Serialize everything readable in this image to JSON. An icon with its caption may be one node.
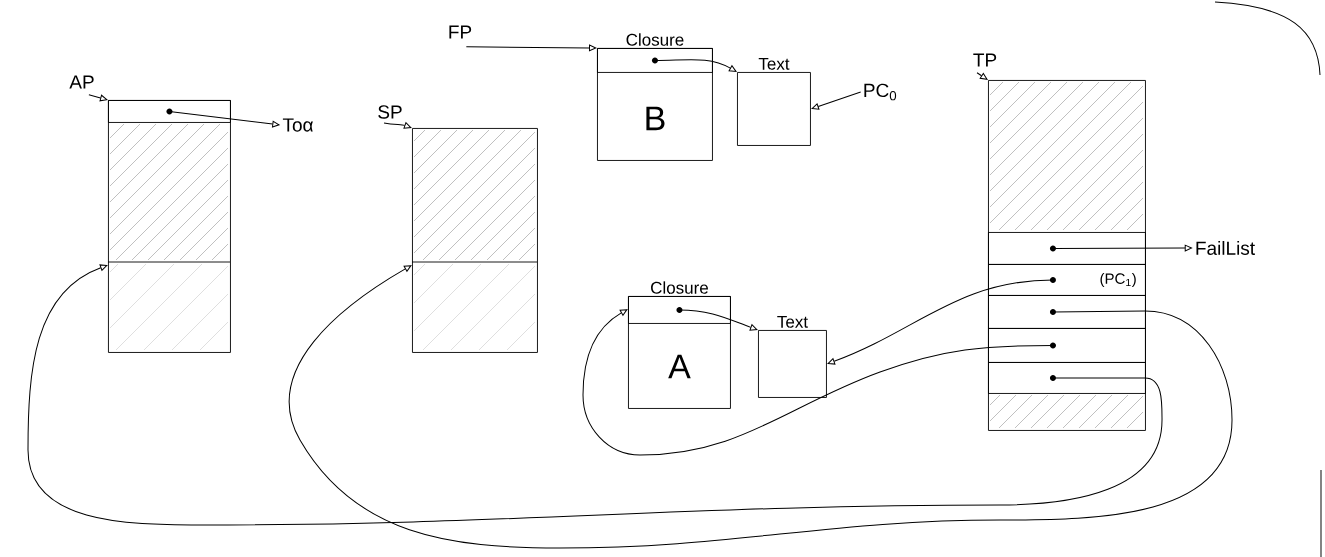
{
  "diagram": {
    "nodes": [
      {
        "text": [
          "AP"
        ]
      },
      {
        "text": [],
        "shape": "box"
      },
      {
        "text": [],
        "shape": "box",
        "in": 1
      },
      {
        "text": [
          "Toα"
        ]
      },
      {
        "text": [
          "SP"
        ]
      },
      {
        "text": [],
        "shape": "box"
      },
      {
        "text": [
          "FP"
        ]
      },
      {
        "text": [
          "Closure",
          "B"
        ]
      },
      {
        "text": [],
        "shape": "box",
        "in": 7
      },
      {
        "text": [
          "Text"
        ]
      },
      {
        "text": [
          "PC$_{0}$"
        ]
      },
      {
        "text": [
          "TP"
        ]
      },
      {
        "text": [],
        "shape": "box"
      },
      {
        "text": [],
        "shape": "box",
        "in": 12
      },
      {
        "text": [
          "(PC$_{1}$)"
        ],
        "in": 12
      },
      {
        "text": [],
        "shape": "box",
        "in": 12
      },
      {
        "text": [],
        "shape": "box",
        "in": 12
      },
      {
        "text": [],
        "shape": "box",
        "in": 12
      },
      {
        "text": [
          "FailList"
        ]
      },
      {
        "text": [
          "Closure",
          "A"
        ]
      },
      {
        "text": [],
        "shape": "box",
        "in": 19
      },
      {
        "text": [
          "Text"
        ]
      }
    ],
    "edges": [
      {
        "from": 0,
        "to": 1,
        "arrow": "to"
      },
      {
        "from": 2,
        "to": 3,
        "arrow": "to"
      },
      {
        "from": 4,
        "to": 5,
        "arrow": "to"
      },
      {
        "from": 6,
        "to": 7,
        "arrow": "to"
      },
      {
        "from": 8,
        "to": 9,
        "arrow": "to"
      },
      {
        "from": 10,
        "to": 9,
        "arrow": "to"
      },
      {
        "from": 11,
        "to": 12,
        "arrow": "to"
      },
      {
        "from": 13,
        "to": 18,
        "arrow": "to"
      },
      {
        "from": 14,
        "to": 21,
        "arrow": "to"
      },
      {
        "from": 15,
        "to": 5,
        "arrow": "to"
      },
      {
        "from": 16,
        "to": 19,
        "arrow": "to"
      },
      {
        "from": 17,
        "to": 1,
        "arrow": "to"
      },
      {
        "from": 20,
        "to": 21,
        "arrow": "to"
      }
    ]
  }
}
